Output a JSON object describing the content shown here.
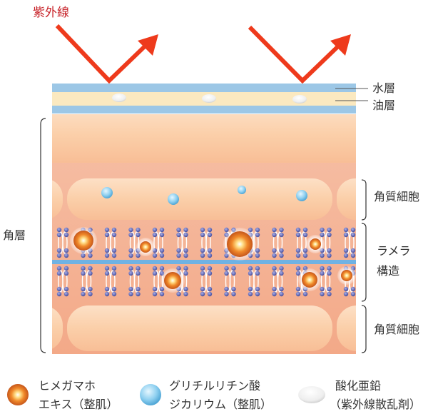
{
  "labels": {
    "uv": "紫外線",
    "water_layer": "水層",
    "oil_layer": "油層",
    "stratum_corneum": "角層",
    "corneocyte_top": "角質細胞",
    "lamellar_line1": "ラメラ",
    "lamellar_line2": "構造",
    "corneocyte_bottom": "角質細胞"
  },
  "legend": [
    {
      "icon": "orange-particle-icon",
      "line1": "ヒメガマホ",
      "line2": "エキス（整肌）"
    },
    {
      "icon": "blue-particle-icon",
      "line1": "グリチルリチン酸",
      "line2": "ジカリウム（整肌）"
    },
    {
      "icon": "white-particle-icon",
      "line1": "酸化亜鉛",
      "line2": "（紫外線散乱剤）"
    }
  ],
  "colors": {
    "uv_arrow": "#ee3a1c",
    "uv_text": "#c8262c",
    "water": "#9cc7e6",
    "oil": "#fbe9c0",
    "skin": "#f7b595",
    "cell": "#fbd0ae",
    "lipid_head": "#5b63b8",
    "center_line": "#6fb2e3",
    "orange_particle": "#e8751f",
    "blue_particle": "#8fd0f0"
  }
}
